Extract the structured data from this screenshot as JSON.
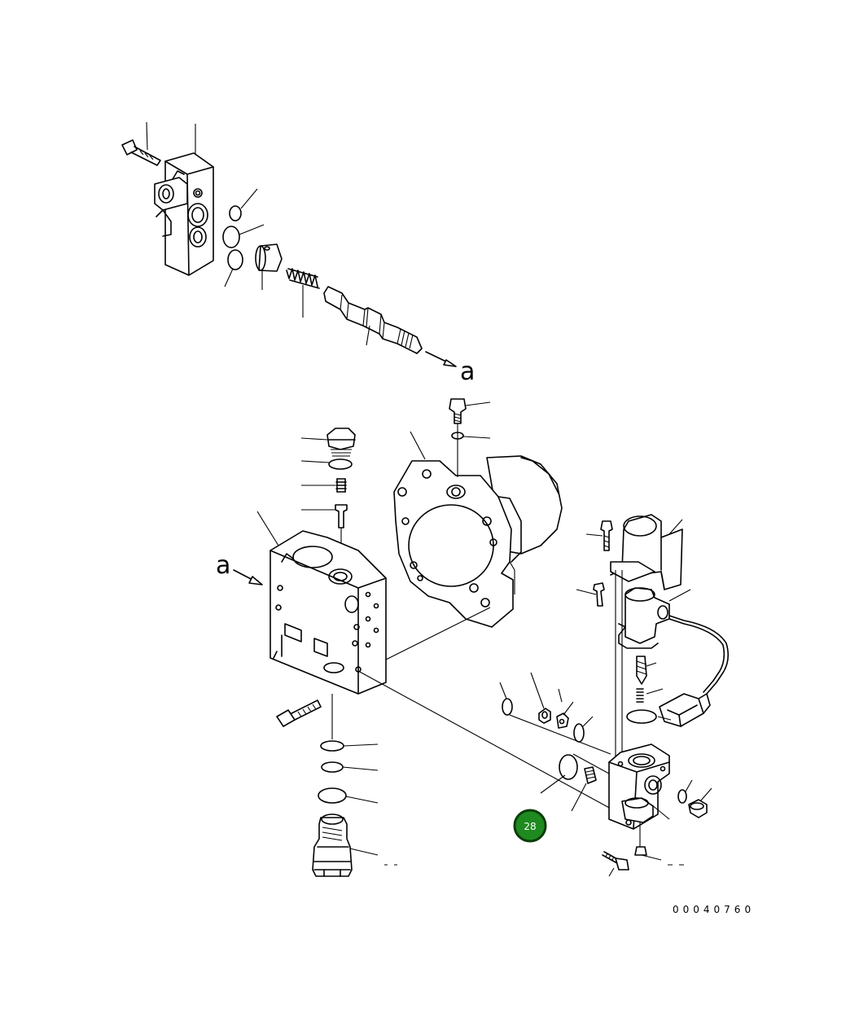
{
  "diagram": {
    "reference_letter_top": "a",
    "reference_letter_left": "a",
    "drawing_code": "00040760",
    "badge_number": "28",
    "colors": {
      "line": "#000000",
      "background": "#ffffff",
      "badge_fill": "#1f8a1f",
      "badge_ring": "#0b3d0b"
    }
  }
}
